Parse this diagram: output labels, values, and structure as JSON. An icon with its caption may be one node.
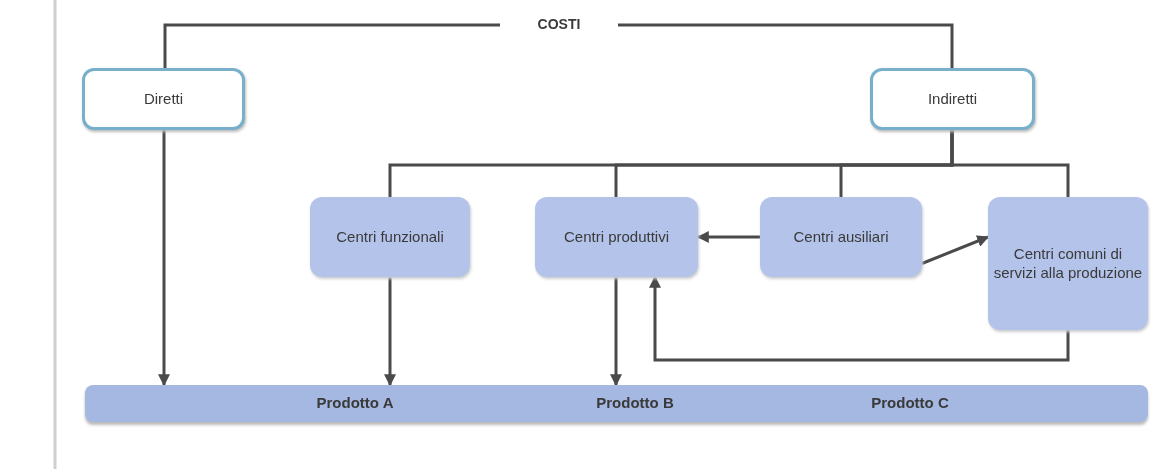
{
  "diagram": {
    "nodes": [
      {
        "text": [
          "COSTI"
        ]
      },
      {
        "text": [
          "Diretti"
        ]
      },
      {
        "text": [
          "Indiretti"
        ]
      },
      {
        "text": [
          "Centri funzionali"
        ]
      },
      {
        "text": [
          "Centri produttivi"
        ]
      },
      {
        "text": [
          "Centri ausiliari"
        ]
      },
      {
        "text": [
          "Centri comuni di servizi alla produzione"
        ]
      },
      {
        "text": [
          "Prodotto A",
          "Prodotto B",
          "Prodotto C"
        ]
      }
    ],
    "edges": [
      {
        "from": 0,
        "to": 1,
        "arrow": "none"
      },
      {
        "from": 0,
        "to": 2,
        "arrow": "none"
      },
      {
        "from": 2,
        "to": 3,
        "arrow": "none"
      },
      {
        "from": 2,
        "to": 4,
        "arrow": "none"
      },
      {
        "from": 2,
        "to": 5,
        "arrow": "none"
      },
      {
        "from": 2,
        "to": 6,
        "arrow": "none"
      },
      {
        "from": 1,
        "to": 7,
        "arrow": "to"
      },
      {
        "from": 3,
        "to": 7,
        "arrow": "to"
      },
      {
        "from": 4,
        "to": 7,
        "arrow": "to"
      },
      {
        "from": 5,
        "to": 4,
        "arrow": "to"
      },
      {
        "from": 5,
        "to": 6,
        "arrow": "to"
      },
      {
        "from": 6,
        "to": 4,
        "arrow": "to"
      }
    ]
  }
}
